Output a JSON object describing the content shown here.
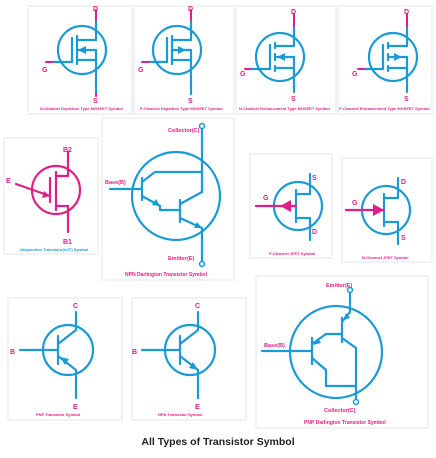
{
  "title": "All Types of Transistor Symbol",
  "colors": {
    "symbol": "#1a9ad6",
    "lead": "#e01f86",
    "text": "#222222"
  },
  "symbols": {
    "n_depletion_mosfet": {
      "caption": "N-Channel Depletion Type MOSFET Symbol",
      "d": "D",
      "g": "G",
      "s": "S"
    },
    "p_depletion_mosfet": {
      "caption": "P-Channel Depletion Type MOSFET Symbol",
      "d": "D",
      "g": "G",
      "s": "S"
    },
    "n_enhancement_mosfet": {
      "caption": "N-Channel Enhancement Type MOSFET Symbol",
      "d": "D",
      "g": "G",
      "s": "S"
    },
    "p_enhancement_mosfet": {
      "caption": "P-Channel Enhancement Type MOSFET Symbol",
      "d": "D",
      "g": "G",
      "s": "S"
    },
    "ujt": {
      "caption": "Unijunction Transistor(UJT) Symbol",
      "b2": "B2",
      "e": "E",
      "b1": "B1"
    },
    "npn_darlington": {
      "caption": "NPN Darlington Transistor Symbol",
      "collector": "Collector(C)",
      "base": "Base(B)",
      "emitter": "Emitter(E)"
    },
    "p_jfet": {
      "caption": "P-Channel JFET Symbol",
      "g": "G",
      "s": "S",
      "d": "D"
    },
    "n_jfet": {
      "caption": "N-Channel JFET Symbol",
      "g": "G",
      "d": "D",
      "s": "S"
    },
    "pnp": {
      "caption": "PNP Transistor Symbol",
      "c": "C",
      "b": "B",
      "e": "E"
    },
    "npn": {
      "caption": "NPN Transistor Symbol",
      "c": "C",
      "b": "B",
      "e": "E"
    },
    "pnp_darlington": {
      "caption": "PNP Darlington Transistor Symbol",
      "emitter": "Emitter(E)",
      "base": "Base(B)",
      "collector": "Collector(C)"
    }
  }
}
